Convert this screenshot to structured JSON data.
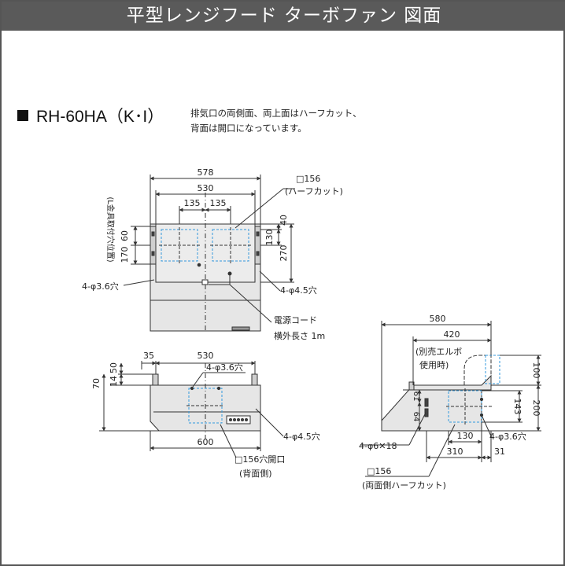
{
  "title": "平型レンジフード ターボファン 図面",
  "model": {
    "name": "RH-60HA（K･I）",
    "note_line1": "排気口の両側面、両上面はハーフカット、",
    "note_line2": "背面は開口になっています。"
  },
  "colors": {
    "title_bg": "#5a5a5a",
    "body_fill": "#e6e6e6",
    "line": "#333333",
    "hole_dash": "#3399dd"
  },
  "front": {
    "dim_578": "578",
    "dim_530": "530",
    "dim_135a": "135",
    "dim_135b": "135",
    "dim_60": "60",
    "dim_170": "170",
    "side_label": "(L金具取付穴位置)",
    "dim_40": "40",
    "dim_130": "130",
    "dim_270": "270",
    "half_size": "□156",
    "half_label": "(ハーフカット)",
    "hole_36": "4-φ3.6穴",
    "hole_45": "4-φ4.5穴",
    "cord_line1": "電源コード",
    "cord_line2": "横外長さ 1m"
  },
  "bottom": {
    "dim_35": "35",
    "dim_530": "530",
    "dim_50": "50",
    "dim_14": "14",
    "dim_70": "70",
    "hole_36": "4-φ3.6穴",
    "hole_45": "4-φ4.5穴",
    "dim_600": "600",
    "open_label": "□156穴開口",
    "back_label": "(背面側)"
  },
  "side": {
    "dim_580": "580",
    "dim_420": "420",
    "elbow_line1": "(別売エルボ",
    "elbow_line2": "使用時)",
    "dim_100": "100",
    "dim_200": "200",
    "dim_143": "143",
    "dim_61": "61",
    "dim_64": "64",
    "hole_6x18": "4-φ6✕18",
    "dim_130": "130",
    "hole_36": "4-φ3.6穴",
    "dim_310": "310",
    "dim_31": "31",
    "half_size": "□156",
    "half_label": "(両面側ハーフカット)"
  }
}
